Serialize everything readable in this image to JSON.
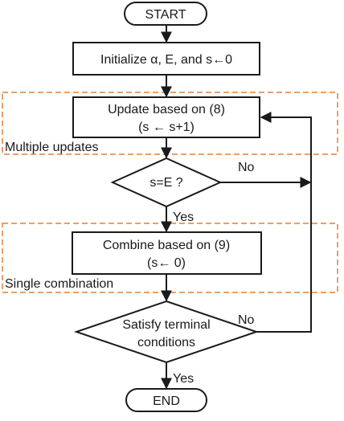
{
  "colors": {
    "stroke": "#1a1a1a",
    "group_border": "#e8a068",
    "background": "#ffffff"
  },
  "nodes": {
    "start": {
      "label": "START"
    },
    "init": {
      "label": "Initialize α, E, and  s←0"
    },
    "update": {
      "line1": "Update based on (8)",
      "line2": "(s ← s+1)"
    },
    "decision1": {
      "label": "s=E ?"
    },
    "combine": {
      "line1": "Combine based on (9)",
      "line2": "(s← 0)"
    },
    "decision2": {
      "line1": "Satisfy terminal",
      "line2": "conditions"
    },
    "end": {
      "label": "END"
    }
  },
  "groups": {
    "multiple_updates": {
      "label": "Multiple updates"
    },
    "single_combination": {
      "label": "Single combination"
    }
  },
  "edges": {
    "d1_no": "No",
    "d1_yes": "Yes",
    "d2_no": "No",
    "d2_yes": "Yes"
  }
}
